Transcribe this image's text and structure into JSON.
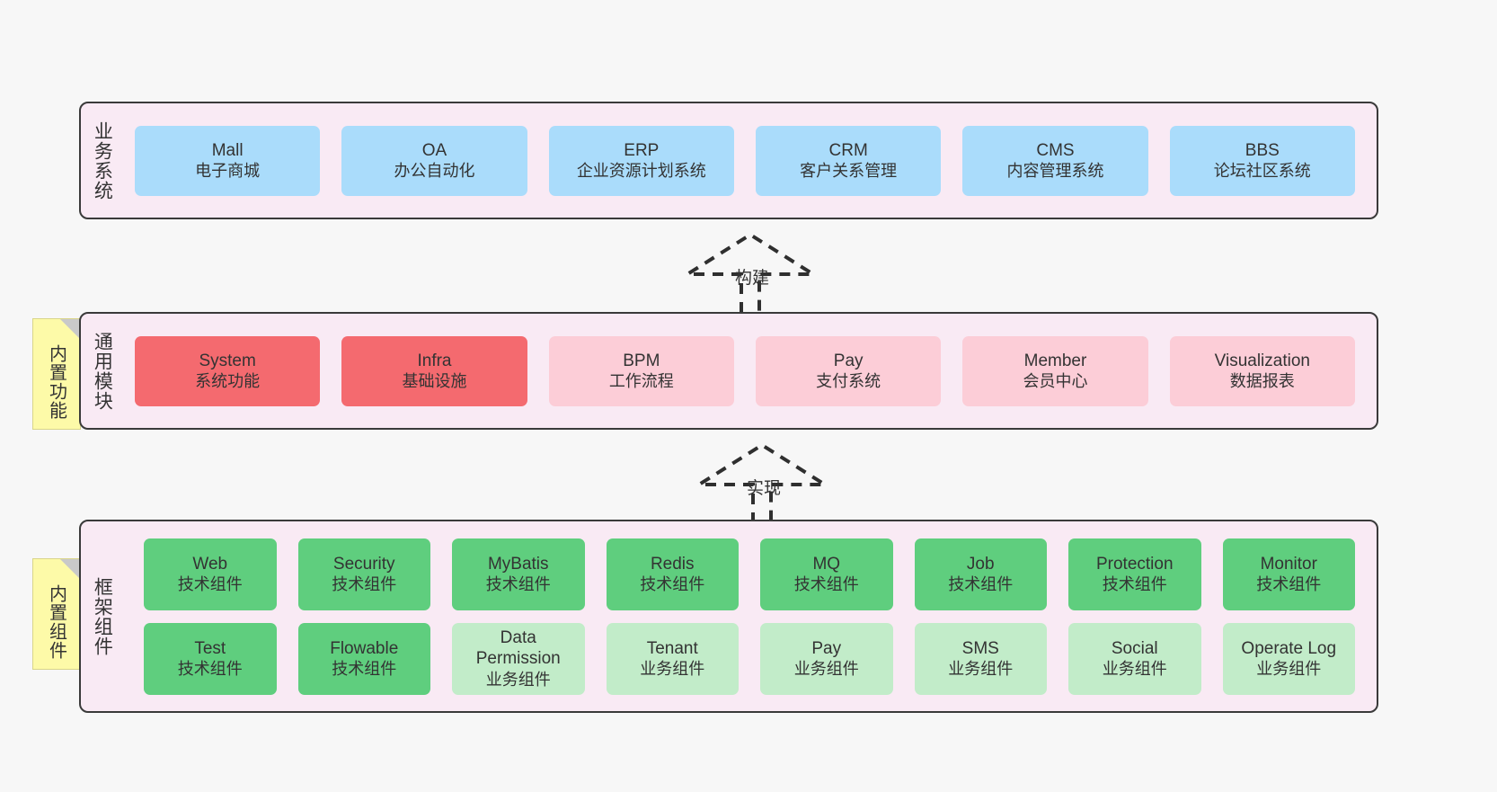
{
  "diagram": {
    "background_color": "#f7f7f7",
    "layer_fill": "#f9eaf4",
    "layer_border": "#3a3a3a"
  },
  "layers": [
    {
      "id": "business",
      "title": "业务系统",
      "node_color": "#aadcfb",
      "nodes": [
        {
          "en": "Mall",
          "cn": "电子商城"
        },
        {
          "en": "OA",
          "cn": "办公自动化"
        },
        {
          "en": "ERP",
          "cn": "企业资源计划系统"
        },
        {
          "en": "CRM",
          "cn": "客户关系管理"
        },
        {
          "en": "CMS",
          "cn": "内容管理系统"
        },
        {
          "en": "BBS",
          "cn": "论坛社区系统"
        }
      ]
    },
    {
      "id": "common-module",
      "title": "通用模块",
      "note": "内置功能",
      "node_color_primary": "#f46a6f",
      "node_color_secondary": "#fccdd7",
      "nodes": [
        {
          "en": "System",
          "cn": "系统功能",
          "style": "red"
        },
        {
          "en": "Infra",
          "cn": "基础设施",
          "style": "red"
        },
        {
          "en": "BPM",
          "cn": "工作流程",
          "style": "pink"
        },
        {
          "en": "Pay",
          "cn": "支付系统",
          "style": "pink"
        },
        {
          "en": "Member",
          "cn": "会员中心",
          "style": "pink"
        },
        {
          "en": "Visualization",
          "cn": "数据报表",
          "style": "pink"
        }
      ]
    },
    {
      "id": "framework",
      "title": "框架组件",
      "note": "内置组件",
      "node_color_primary": "#5fce7e",
      "node_color_secondary": "#c2ecc9",
      "rows": [
        [
          {
            "en": "Web",
            "cn": "技术组件",
            "style": "green-dark"
          },
          {
            "en": "Security",
            "cn": "技术组件",
            "style": "green-dark"
          },
          {
            "en": "MyBatis",
            "cn": "技术组件",
            "style": "green-dark"
          },
          {
            "en": "Redis",
            "cn": "技术组件",
            "style": "green-dark"
          },
          {
            "en": "MQ",
            "cn": "技术组件",
            "style": "green-dark"
          },
          {
            "en": "Job",
            "cn": "技术组件",
            "style": "green-dark"
          },
          {
            "en": "Protection",
            "cn": "技术组件",
            "style": "green-dark"
          },
          {
            "en": "Monitor",
            "cn": "技术组件",
            "style": "green-dark"
          }
        ],
        [
          {
            "en": "Test",
            "cn": "技术组件",
            "style": "green-dark"
          },
          {
            "en": "Flowable",
            "cn": "技术组件",
            "style": "green-dark"
          },
          {
            "en": "Data Permission",
            "cn": "业务组件",
            "style": "green-light"
          },
          {
            "en": "Tenant",
            "cn": "业务组件",
            "style": "green-light"
          },
          {
            "en": "Pay",
            "cn": "业务组件",
            "style": "green-light"
          },
          {
            "en": "SMS",
            "cn": "业务组件",
            "style": "green-light"
          },
          {
            "en": "Social",
            "cn": "业务组件",
            "style": "green-light"
          },
          {
            "en": "Operate Log",
            "cn": "业务组件",
            "style": "green-light"
          }
        ]
      ]
    }
  ],
  "connectors": [
    {
      "id": "build",
      "label": "构建",
      "direction": "up",
      "style": "dashed-hollow-triangle"
    },
    {
      "id": "implement",
      "label": "实现",
      "direction": "up",
      "style": "dashed-hollow-triangle"
    }
  ]
}
